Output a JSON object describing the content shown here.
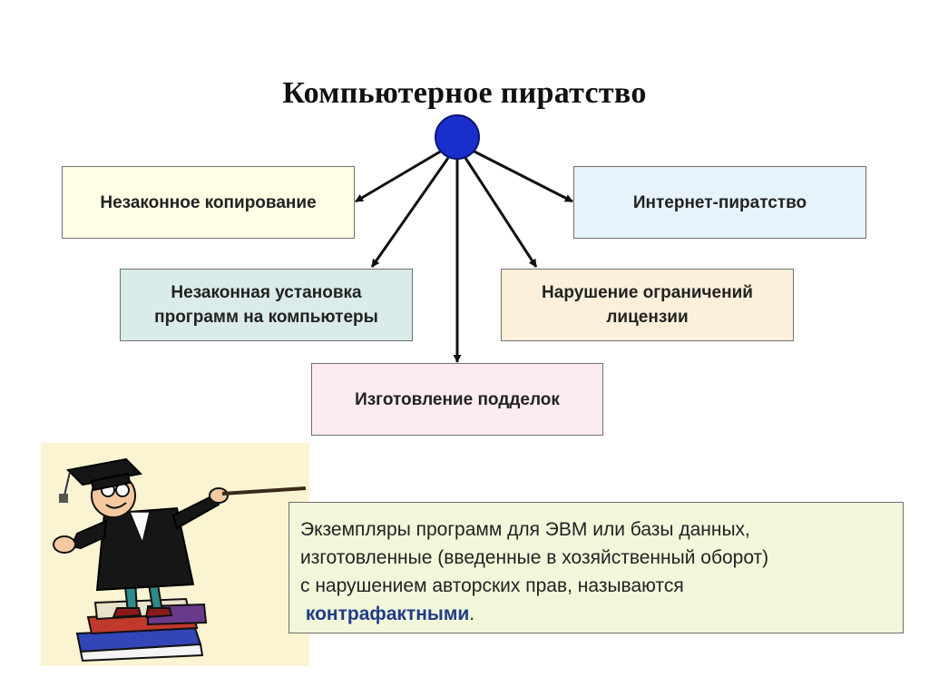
{
  "title": "Компьютерное пиратство",
  "nodes": {
    "illegal_copying": "Незаконное копирование",
    "internet_piracy": "Интернет-пиратство",
    "illegal_install": "Незаконная установка\nпрограмм на  компьютеры",
    "license_violation": "Нарушение ограничений\nлицензии",
    "counterfeits": "Изготовление подделок"
  },
  "definition": {
    "line1": "Экземпляры программ для ЭВМ или базы данных,",
    "line2": "изготовленные (введенные в хозяйственный оборот)",
    "line3": "с нарушением авторских прав, называются",
    "keyword": "контрафактными",
    "end": "."
  },
  "colors": {
    "hub": "#1a2ecc",
    "arrow": "#111111",
    "keyword": "#1f3c88"
  },
  "illustration": {
    "icon": "professor-with-pointer-on-books-icon"
  }
}
